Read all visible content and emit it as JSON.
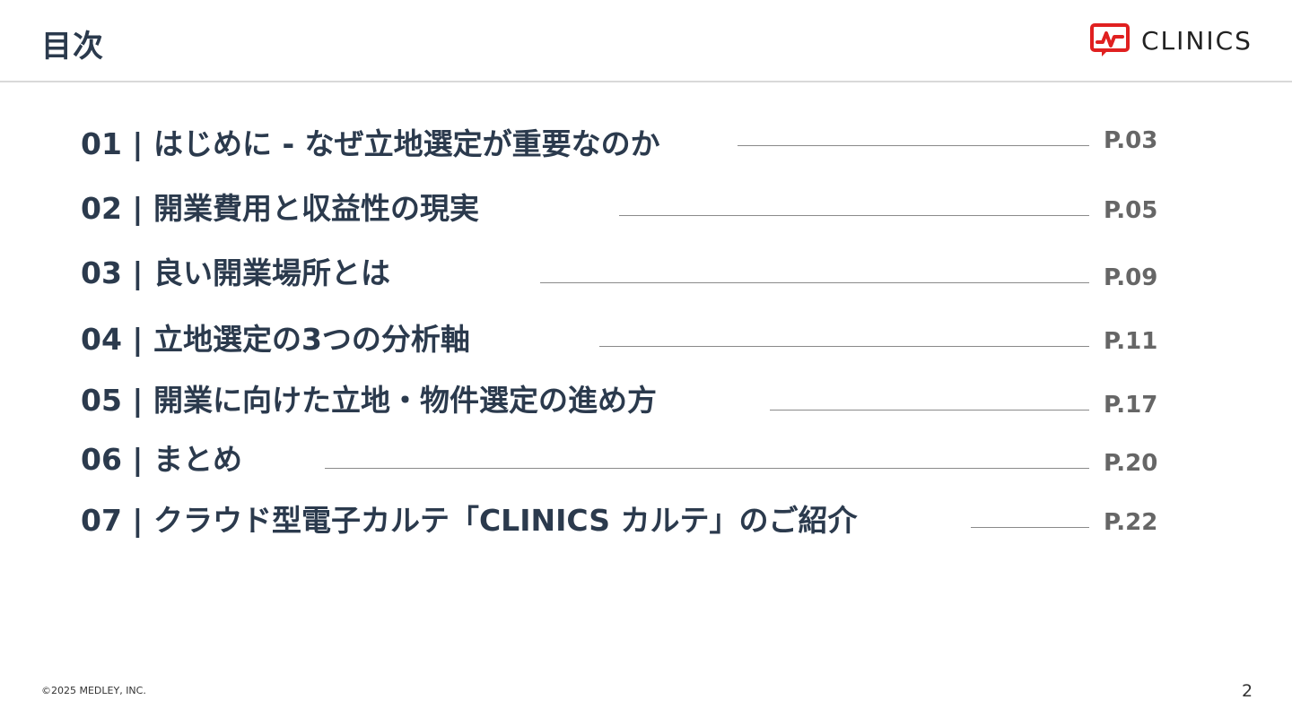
{
  "header": {
    "title": "目次",
    "logo": {
      "icon": "clinics-logo-icon",
      "text": "CLINICS",
      "brand_color": "#e02020"
    }
  },
  "toc": {
    "items": [
      {
        "label": "01 | はじめに - なぜ立地選定が重要なのか",
        "page": "P.03"
      },
      {
        "label": "02 | 開業費用と収益性の現実",
        "page": "P.05"
      },
      {
        "label": "03 | 良い開業場所とは",
        "page": "P.09"
      },
      {
        "label": "04 | 立地選定の3つの分析軸",
        "page": "P.11"
      },
      {
        "label": "05 | 開業に向けた立地・物件選定の進め方",
        "page": "P.17"
      },
      {
        "label": "06 | まとめ",
        "page": "P.20"
      },
      {
        "label": "07 | クラウド型電子カルテ「CLINICS カルテ」のご紹介",
        "page": "P.22"
      }
    ]
  },
  "footer": {
    "copyright": "©2025 MEDLEY, INC.",
    "page_number": "2"
  },
  "colors": {
    "title_text": "#2b3a4d",
    "page_ref_text": "#666666",
    "leader_line": "#8a8a8a",
    "header_divider": "#d9d9d9"
  }
}
